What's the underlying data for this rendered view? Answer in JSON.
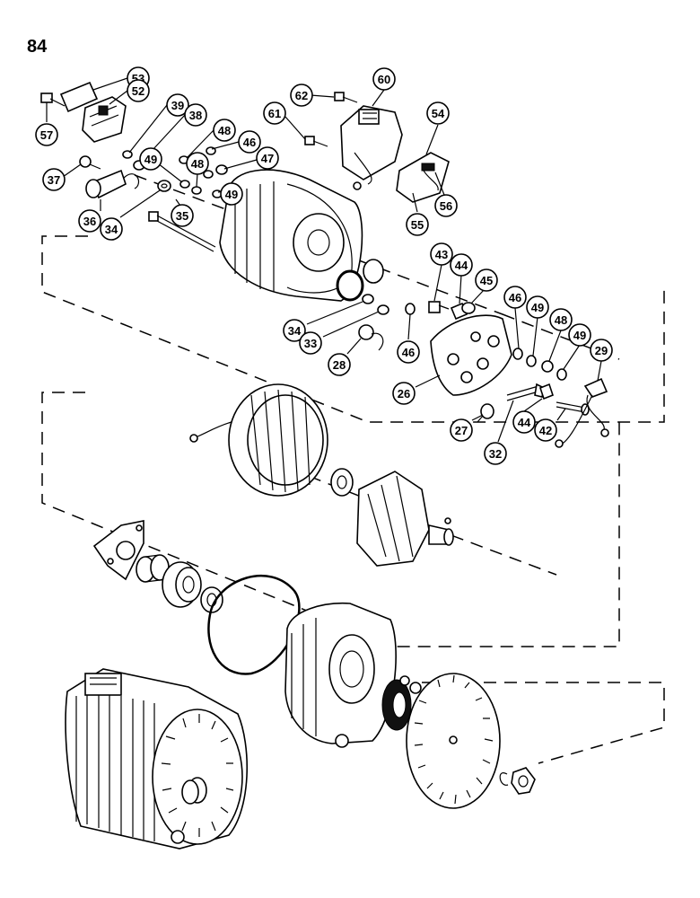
{
  "page_number": "84",
  "callouts": [
    {
      "id": "c53",
      "label": "53"
    },
    {
      "id": "c52",
      "label": "52"
    },
    {
      "id": "c39",
      "label": "39"
    },
    {
      "id": "c38",
      "label": "38"
    },
    {
      "id": "c57",
      "label": "57"
    },
    {
      "id": "c62",
      "label": "62"
    },
    {
      "id": "c60",
      "label": "60"
    },
    {
      "id": "c61",
      "label": "61"
    },
    {
      "id": "c54",
      "label": "54"
    },
    {
      "id": "c48a",
      "label": "48"
    },
    {
      "id": "c46a",
      "label": "46"
    },
    {
      "id": "c47",
      "label": "47"
    },
    {
      "id": "c49a",
      "label": "49"
    },
    {
      "id": "c48b",
      "label": "48"
    },
    {
      "id": "c49b",
      "label": "49"
    },
    {
      "id": "c37",
      "label": "37"
    },
    {
      "id": "c36",
      "label": "36"
    },
    {
      "id": "c34a",
      "label": "34"
    },
    {
      "id": "c35",
      "label": "35"
    },
    {
      "id": "c56",
      "label": "56"
    },
    {
      "id": "c55",
      "label": "55"
    },
    {
      "id": "c43",
      "label": "43"
    },
    {
      "id": "c44a",
      "label": "44"
    },
    {
      "id": "c45",
      "label": "45"
    },
    {
      "id": "c46b",
      "label": "46"
    },
    {
      "id": "c49c",
      "label": "49"
    },
    {
      "id": "c48c",
      "label": "48"
    },
    {
      "id": "c49d",
      "label": "49"
    },
    {
      "id": "c29",
      "label": "29"
    },
    {
      "id": "c34b",
      "label": "34"
    },
    {
      "id": "c33",
      "label": "33"
    },
    {
      "id": "c46c",
      "label": "46"
    },
    {
      "id": "c28",
      "label": "28"
    },
    {
      "id": "c26",
      "label": "26"
    },
    {
      "id": "c27",
      "label": "27"
    },
    {
      "id": "c44b",
      "label": "44"
    },
    {
      "id": "c42",
      "label": "42"
    },
    {
      "id": "c32",
      "label": "32"
    }
  ]
}
